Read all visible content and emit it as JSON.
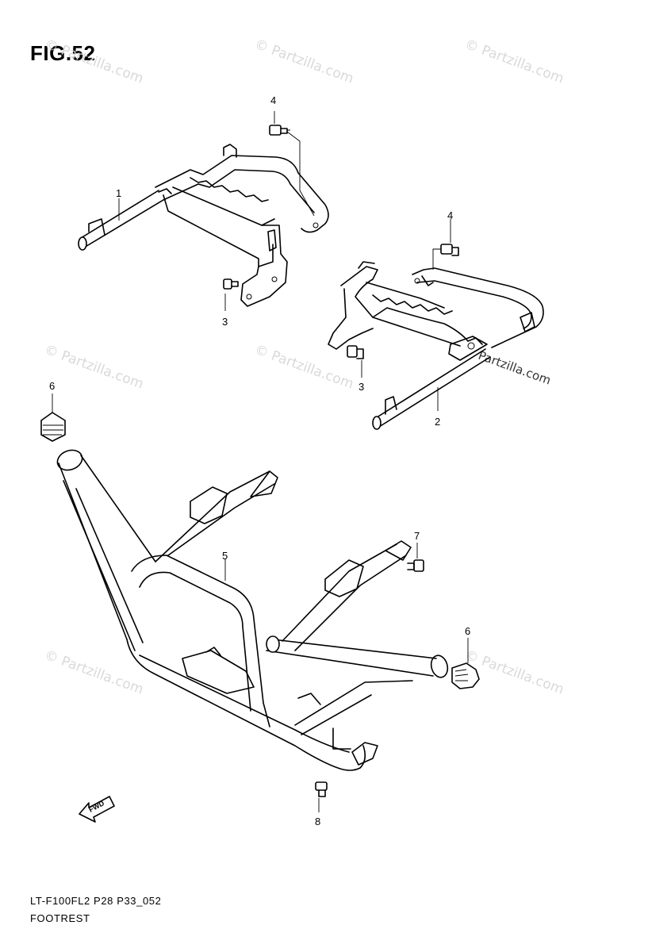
{
  "figure": {
    "title": "FIG.52"
  },
  "callouts": [
    {
      "id": "c1",
      "label": "1"
    },
    {
      "id": "c2",
      "label": "2"
    },
    {
      "id": "c3a",
      "label": "3"
    },
    {
      "id": "c3b",
      "label": "3"
    },
    {
      "id": "c4a",
      "label": "4"
    },
    {
      "id": "c4b",
      "label": "4"
    },
    {
      "id": "c5",
      "label": "5"
    },
    {
      "id": "c6a",
      "label": "6"
    },
    {
      "id": "c6b",
      "label": "6"
    },
    {
      "id": "c7",
      "label": "7"
    },
    {
      "id": "c8",
      "label": "8"
    }
  ],
  "watermark": {
    "text": "© Partzilla.com",
    "prominent_text": "Partzilla.com"
  },
  "forward_arrow": {
    "label": "FWD"
  },
  "footer": {
    "code": "LT-F100FL2 P28 P33_052",
    "name": "FOOTREST"
  }
}
